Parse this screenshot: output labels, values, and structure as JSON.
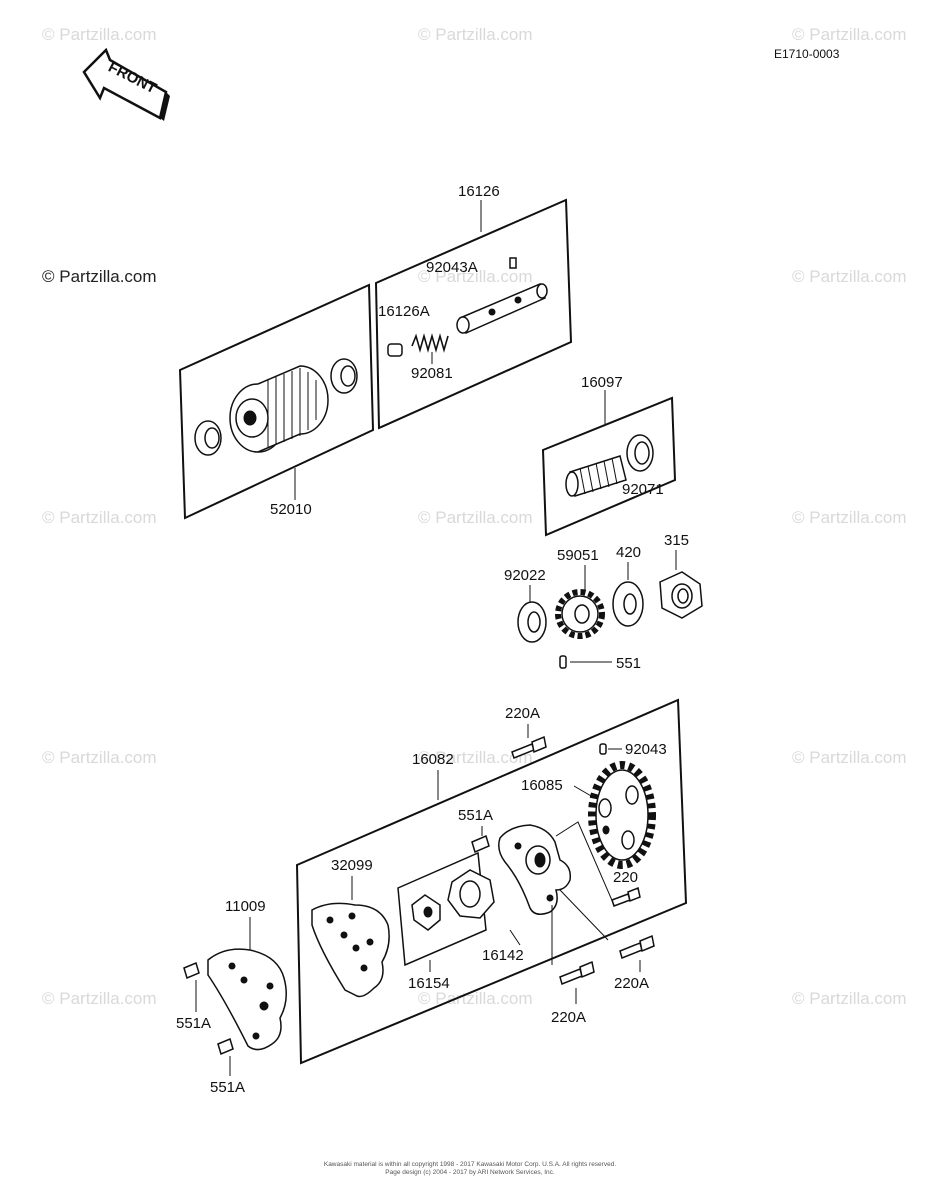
{
  "reference_code": "E1710-0003",
  "front_label": "FRONT",
  "watermark": "© Partzilla.com",
  "footer": {
    "line1": "Kawasaki material is within all copyright 1998 - 2017 Kawasaki Motor Corp. U.S.A. All rights reserved.",
    "line2": "Page design (c) 2004 - 2017 by ARI Network Services, Inc."
  },
  "part_numbers": {
    "p16126": "16126",
    "p92043A": "92043A",
    "p16126A": "16126A",
    "p92081": "92081",
    "p52010": "52010",
    "p16097": "16097",
    "p92071": "92071",
    "p92022": "92022",
    "p59051": "59051",
    "p420": "420",
    "p315": "315",
    "p551": "551",
    "p220A_top": "220A",
    "p16082": "16082",
    "p92043": "92043",
    "p16085": "16085",
    "p551A_mid": "551A",
    "p32099": "32099",
    "p220": "220",
    "p11009": "11009",
    "p16142": "16142",
    "p16154": "16154",
    "p220A_right": "220A",
    "p220A_bottom": "220A",
    "p551A_left": "551A",
    "p551A_bottom": "551A"
  }
}
